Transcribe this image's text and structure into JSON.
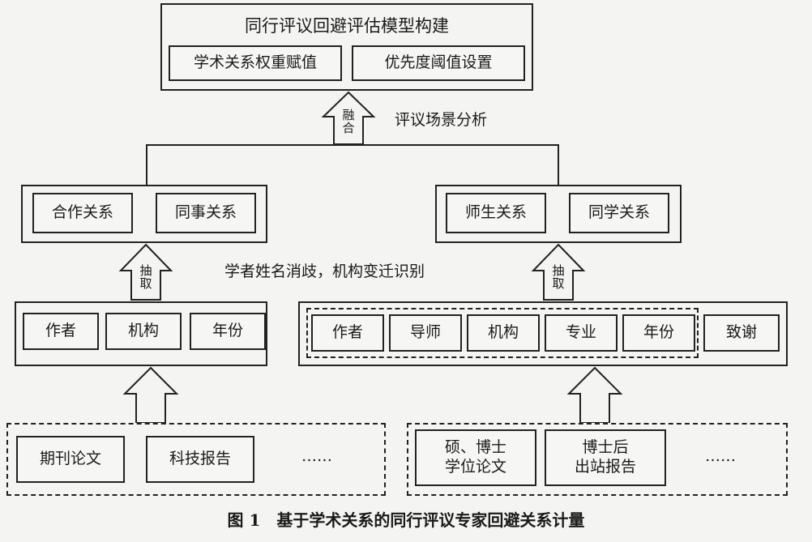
{
  "top_block": {
    "title": "同行评议回避评估模型构建",
    "items": [
      "学术关系权重赋值",
      "优先度阈值设置"
    ]
  },
  "fusion": {
    "arrow_label": "融合",
    "note": "评议场景分析"
  },
  "relations_left": [
    "合作关系",
    "同事关系"
  ],
  "relations_right": [
    "师生关系",
    "同学关系"
  ],
  "extraction": {
    "arrow_label": "抽取",
    "note": "学者姓名消歧，机构变迁识别"
  },
  "fields_left": [
    "作者",
    "机构",
    "年份"
  ],
  "fields_right": [
    "作者",
    "导师",
    "机构",
    "专业",
    "年份"
  ],
  "field_right_extra": "致谢",
  "sources_left": [
    "期刊论文",
    "科技报告",
    "……"
  ],
  "sources_right": [
    "硕、博士学位论文",
    "博士后出站报告",
    "……"
  ],
  "sources_right_lines": [
    [
      "硕、博士",
      "学位论文"
    ],
    [
      "博士后",
      "出站报告"
    ]
  ],
  "caption": "图 1　基于学术关系的同行评议专家回避关系计量"
}
